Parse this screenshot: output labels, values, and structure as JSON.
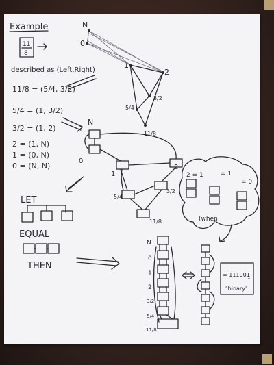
{
  "example": {
    "title": "Example",
    "fraction_num": "11",
    "fraction_den": "8",
    "described_as": "described as (Left,Right)"
  },
  "equations": [
    "11/8 = (5/4, 3/2)",
    "5/4 = (1, 3/2)",
    "3/2 = (1, 2)",
    "2 = (1, N)",
    "1 = (0, N)",
    "0 = (N, N)"
  ],
  "triangle_labels": {
    "n": "N",
    "zero": "0",
    "one": "1",
    "two": "2",
    "three_halves": "3/2",
    "five_quarters": "5/4",
    "eleven_eighths": "11/8"
  },
  "dag_labels": {
    "n": "N",
    "zero": "0",
    "one": "1",
    "two": "2",
    "three_halves": "3/2",
    "five_quarters": "5/4",
    "eleven_eighths": "11/8"
  },
  "cloud": {
    "eq_two": "2 = 1",
    "eq_one": "= 1",
    "eq_zero": "= 0",
    "when": "(when"
  },
  "words": {
    "let": "LET",
    "equal": "EQUAL",
    "then": "THEN"
  },
  "chain_labels": [
    "N",
    "0",
    "1",
    "2",
    "3/2",
    "5/4",
    "11/8"
  ],
  "binary": {
    "value": "= 111001",
    "subscript": "2",
    "caption": "\"binary\""
  },
  "colors": {
    "paper": "#f4f4f7",
    "ink": "#2b2b30",
    "folder": "#3a2722"
  }
}
